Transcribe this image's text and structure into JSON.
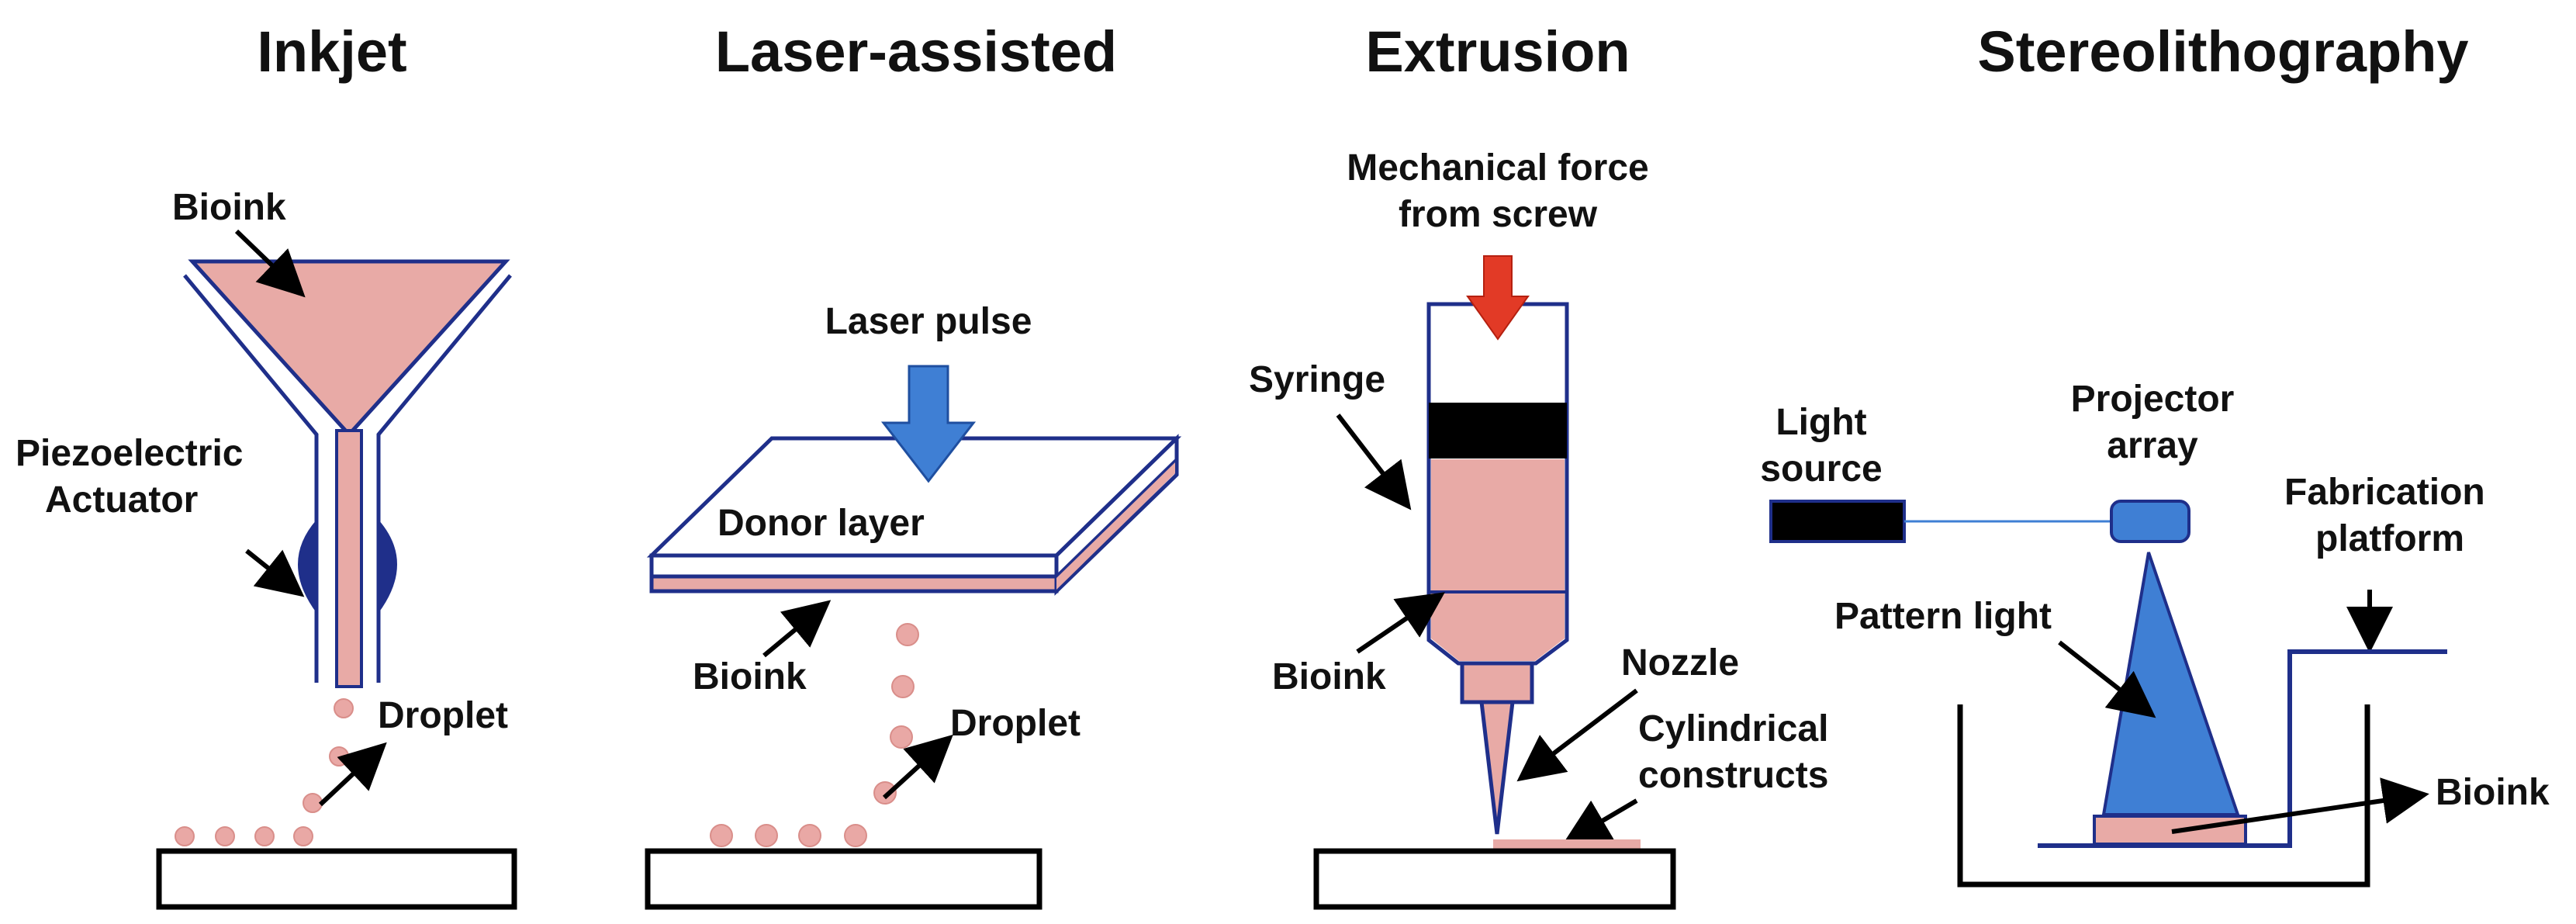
{
  "panels": {
    "inkjet": {
      "title": "Inkjet",
      "bioink": "Bioink",
      "actuator": [
        "Piezoelectric",
        "Actuator"
      ],
      "droplet": "Droplet"
    },
    "laser": {
      "title": "Laser-assisted",
      "pulse": "Laser pulse",
      "donor": "Donor layer",
      "bioink": "Bioink",
      "droplet": "Droplet"
    },
    "extrusion": {
      "title": "Extrusion",
      "force": [
        "Mechanical force",
        "from screw"
      ],
      "syringe": "Syringe",
      "bioink": "Bioink",
      "nozzle": "Nozzle",
      "constructs": [
        "Cylindrical",
        "constructs"
      ]
    },
    "sla": {
      "title": "Stereolithography",
      "light": [
        "Light",
        "source"
      ],
      "projector": [
        "Projector",
        "array"
      ],
      "platform": [
        "Fabrication",
        "platform"
      ],
      "pattern": "Pattern light",
      "bioink": "Bioink"
    }
  },
  "colors": {
    "navy": "#1f2f8a",
    "bioink": "#e8aaa6",
    "bioink_dot": "#e9a8a5",
    "blue": "#3f7fd4",
    "red": "#e23a26",
    "black": "#000000"
  }
}
